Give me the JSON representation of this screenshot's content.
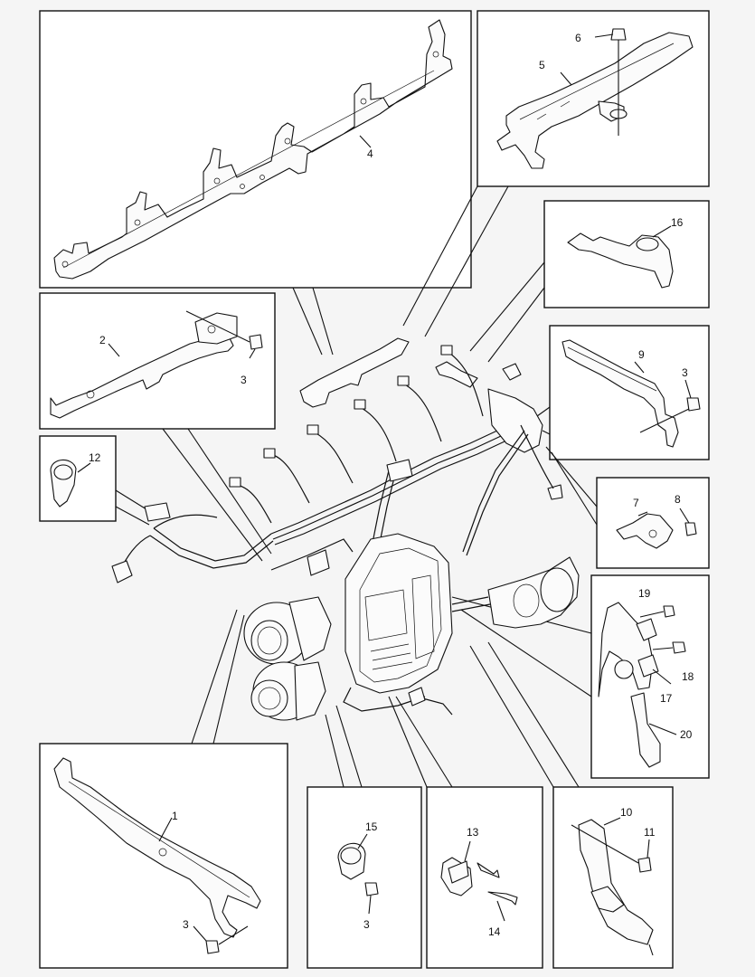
{
  "callouts": {
    "c1": "1",
    "c2": "2",
    "c3a": "3",
    "c3b": "3",
    "c3c": "3",
    "c3d": "3",
    "c4": "4",
    "c5": "5",
    "c6": "6",
    "c7": "7",
    "c8": "8",
    "c9": "9",
    "c10": "10",
    "c11": "11",
    "c12": "12",
    "c13": "13",
    "c14": "14",
    "c15": "15",
    "c16": "16",
    "c17": "17",
    "c18": "18",
    "c19": "19",
    "c20": "20"
  },
  "colors": {
    "line": "#111111",
    "background": "#f5f5f5",
    "panel": "#ffffff"
  }
}
